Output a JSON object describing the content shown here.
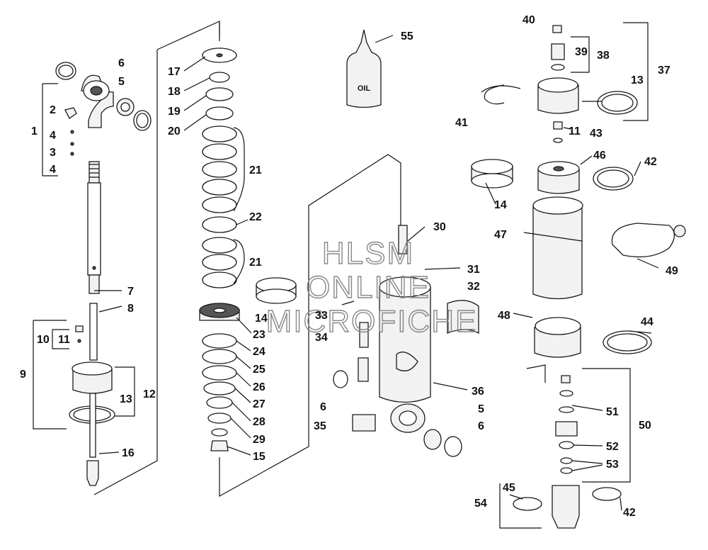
{
  "watermark": {
    "line1": "HLSM",
    "line2": "ONLINE",
    "line3": "MICROFICHE"
  },
  "oil_bottle_text": "OIL",
  "callouts": {
    "c1": "1",
    "c2": "2",
    "c3": "3",
    "c4a": "4",
    "c4b": "4",
    "c5a": "5",
    "c5b": "5",
    "c6a": "6",
    "c6b": "6",
    "c6c": "6",
    "c7": "7",
    "c8": "8",
    "c9": "9",
    "c10": "10",
    "c11a": "11",
    "c11b": "11",
    "c12": "12",
    "c13a": "13",
    "c13b": "13",
    "c14a": "14",
    "c14b": "14",
    "c15": "15",
    "c16": "16",
    "c17": "17",
    "c18": "18",
    "c19": "19",
    "c20": "20",
    "c21a": "21",
    "c21b": "21",
    "c22": "22",
    "c23": "23",
    "c24": "24",
    "c25": "25",
    "c26": "26",
    "c27": "27",
    "c28": "28",
    "c29": "29",
    "c30": "30",
    "c31": "31",
    "c32": "32",
    "c33": "33",
    "c34": "34",
    "c35": "35",
    "c36": "36",
    "c37": "37",
    "c38": "38",
    "c39": "39",
    "c40": "40",
    "c41": "41",
    "c42a": "42",
    "c42b": "42",
    "c43": "43",
    "c44": "44",
    "c45": "45",
    "c46": "46",
    "c47": "47",
    "c48": "48",
    "c49": "49",
    "c50": "50",
    "c51": "51",
    "c52": "52",
    "c53": "53",
    "c54": "54",
    "c55": "55"
  }
}
